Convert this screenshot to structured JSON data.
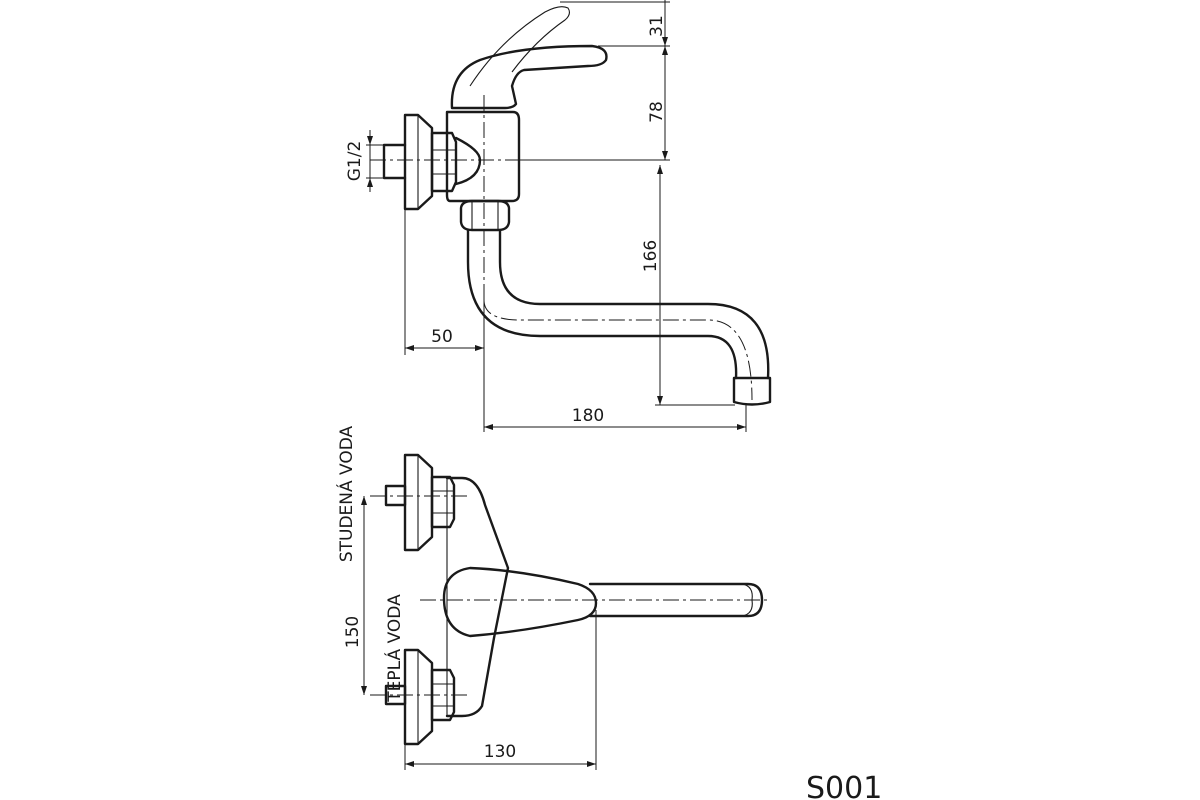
{
  "dimensions": {
    "handle_rise": "31",
    "body_height": "78",
    "spout_drop": "166",
    "thread": "G1/2",
    "wall_offset": "50",
    "spout_reach": "180",
    "inlet_spacing": "150",
    "top_depth": "130"
  },
  "labels": {
    "cold_water": "STUDENÁ VODA",
    "hot_water": "TEPLÁ VODA"
  },
  "model": "S001"
}
